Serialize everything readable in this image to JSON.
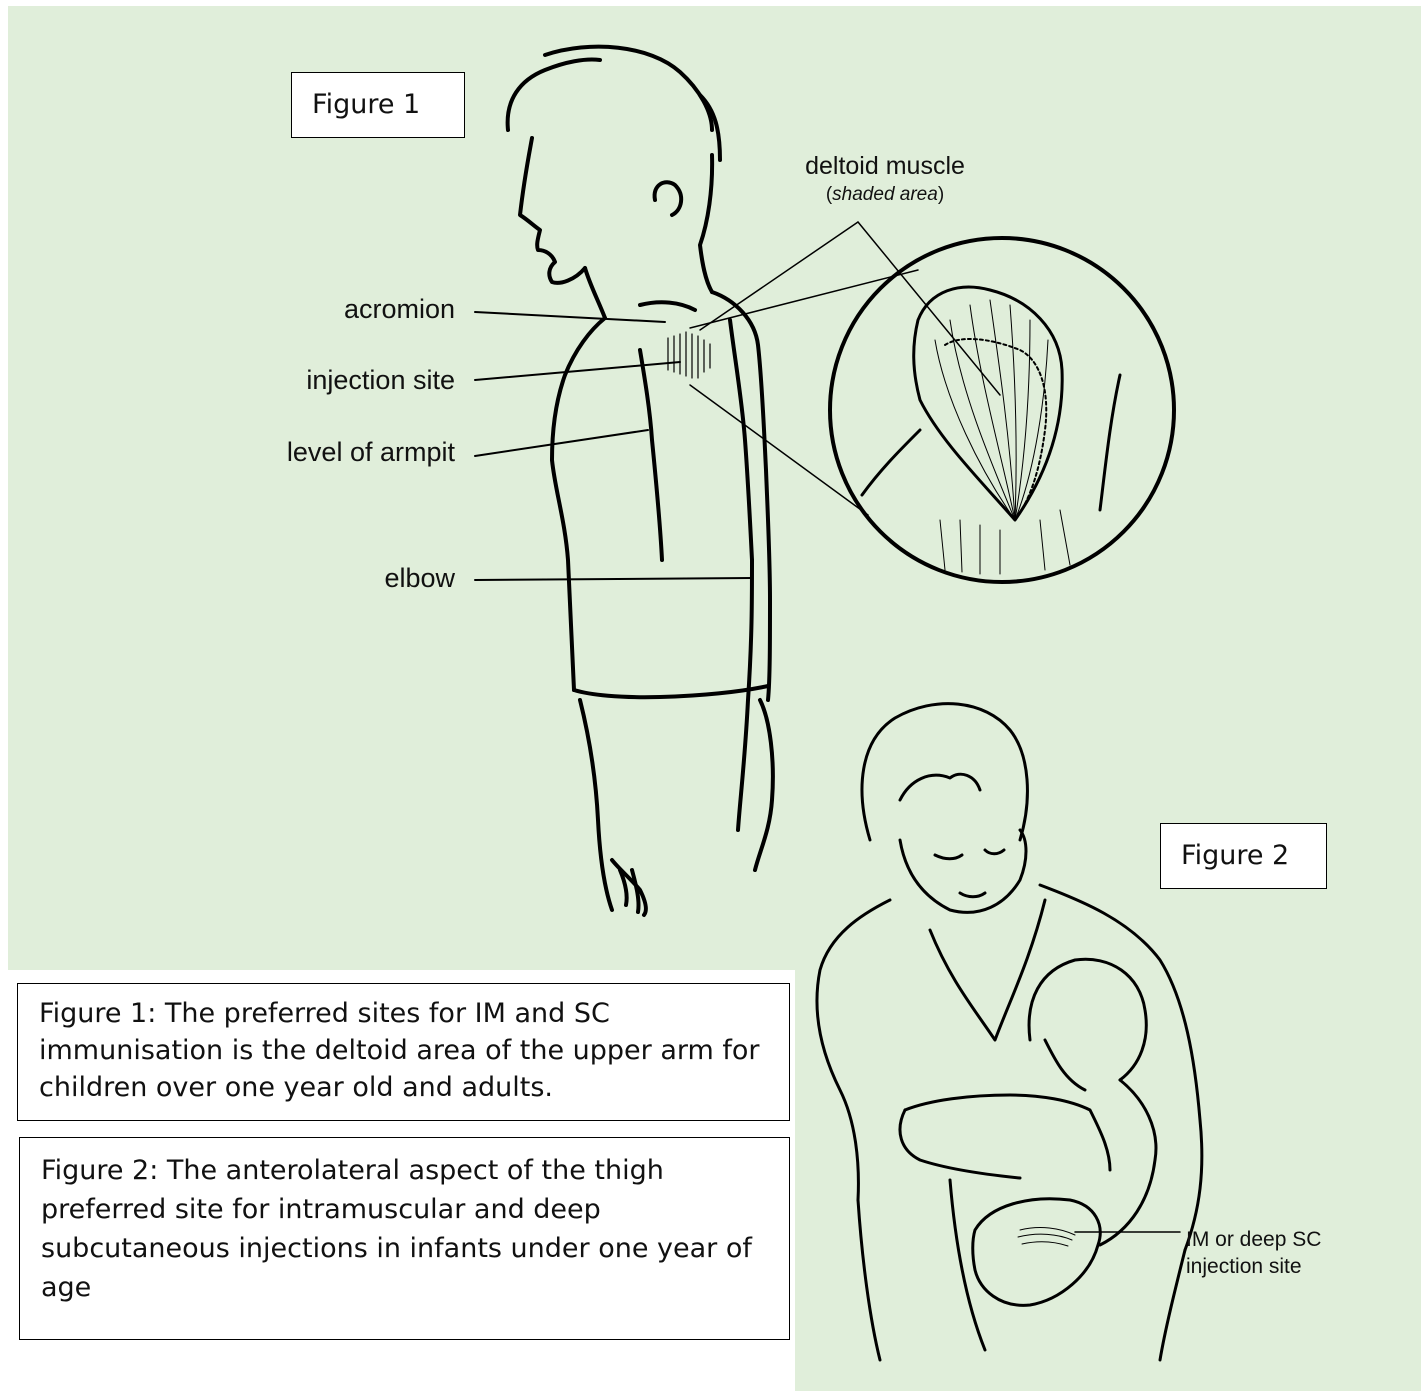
{
  "figure1": {
    "box_label": "Figure 1",
    "labels": {
      "acromion": "acromion",
      "injection_site": "injection site",
      "level_of_armpit": "level of armpit",
      "elbow": "elbow",
      "deltoid_muscle": "deltoid muscle",
      "shaded_area_open": "(",
      "shaded_area": "shaded area",
      "shaded_area_close": ")"
    },
    "caption": "Figure 1: The preferred sites for IM and SC immunisation is the deltoid area of the upper arm for children over one year old and adults."
  },
  "figure2": {
    "box_label": "Figure 2",
    "labels": {
      "im_line1": "IM or deep SC",
      "im_line2": "injection site"
    },
    "caption": "Figure 2: The anterolateral aspect of the thigh preferred site for intramuscular and deep subcutaneous injections in infants under one year of age"
  },
  "colors": {
    "panel_background": "#e0eeda",
    "line": "#000000",
    "caption_background": "#ffffff"
  }
}
